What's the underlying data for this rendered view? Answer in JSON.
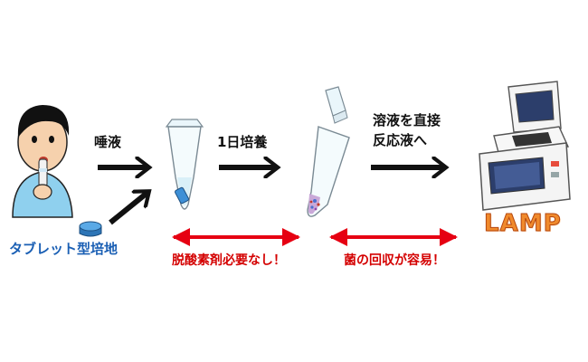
{
  "labels": {
    "saliva": "唾液",
    "culture": "1日培養",
    "direct_line1": "溶液を直接",
    "direct_line2": "反応液へ",
    "tablet_medium": "タブレット型培地",
    "no_deoxidizer": "脱酸素剤必要なし！",
    "easy_recovery": "菌の回収が容易！",
    "lamp": "LAMP"
  },
  "colors": {
    "black_arrow": "#111111",
    "red_arrow": "#e60012",
    "blue_text": "#1a5fb4",
    "red_text": "#d40000",
    "lamp_orange": "#f08a2c",
    "tablet_blue": "#3d8fd6",
    "machine_panel": "#2c3e6b"
  },
  "icons": {
    "person": "person-with-tube-icon",
    "tablet": "tablet-medium-icon",
    "tube_open": "open-microtube-icon",
    "tube_cultured": "cultured-microtube-icon",
    "machine": "lamp-machine-icon"
  }
}
